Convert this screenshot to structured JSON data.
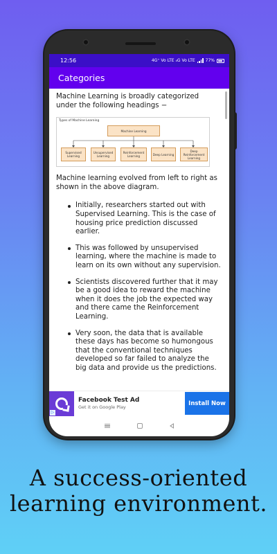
{
  "status_bar": {
    "time": "12:56",
    "indicators": "4G⁺  Vo LTE  ₄G  Vo LTE",
    "battery": "77%",
    "icons": [
      "signal-icon",
      "battery-icon"
    ]
  },
  "app_bar": {
    "title": "Categories"
  },
  "content": {
    "intro": "Machine Learning is broadly categorized under the following headings −",
    "diagram": {
      "title": "Types of Machine Learning",
      "root": "Machine Learning",
      "children": [
        "Supervised Learning",
        "Unsupervised Learning",
        "Reinforcement Learning",
        "Deep Learning",
        "Deep Reinforcement Learning"
      ]
    },
    "paragraph": "Machine learning evolved from left to right as shown in the above diagram.",
    "bullets": [
      "Initially, researchers started out with Supervised Learning. This is the case of housing price prediction discussed earlier.",
      "This was followed by unsupervised learning, where the machine is made to learn on its own without any supervision.",
      "Scientists discovered further that it may be a good idea to reward the machine when it does the job the expected way and there came the Reinforcement Learning.",
      "Very soon, the data that is available these days has become so humongous that the conventional techniques developed so far failed to analyze the big data and provide us the predictions."
    ]
  },
  "ad": {
    "title": "Facebook Test Ad",
    "subtitle": "Get it on Google Play",
    "cta": "Install Now",
    "choices": "▷"
  },
  "nav": {
    "icons": [
      "recents-icon",
      "home-icon",
      "back-icon"
    ]
  },
  "caption": "A success-oriented learning environment.",
  "colors": {
    "status_bar": "#3b0fc7",
    "app_bar": "#6200ee",
    "ad_button": "#1a73e8",
    "diagram_node": "#fbe3c6"
  }
}
